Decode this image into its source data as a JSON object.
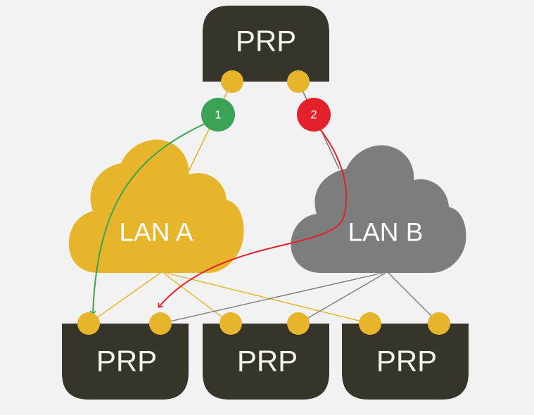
{
  "colors": {
    "background": "#f2f2f2",
    "node": "#37352a",
    "port": "#e7b52c",
    "lan_a": "#e7b52c",
    "lan_b": "#7d7d7d",
    "path_1": "#3aa356",
    "path_2": "#e3202c",
    "node_text": "#f4f4f0"
  },
  "nodes": {
    "top": {
      "label": "PRP"
    },
    "bottom_left": {
      "label": "PRP"
    },
    "bottom_middle": {
      "label": "PRP"
    },
    "bottom_right": {
      "label": "PRP"
    }
  },
  "networks": {
    "lan_a": {
      "label": "LAN A"
    },
    "lan_b": {
      "label": "LAN B"
    }
  },
  "paths": [
    {
      "label": "1",
      "color": "green"
    },
    {
      "label": "2",
      "color": "red"
    }
  ]
}
